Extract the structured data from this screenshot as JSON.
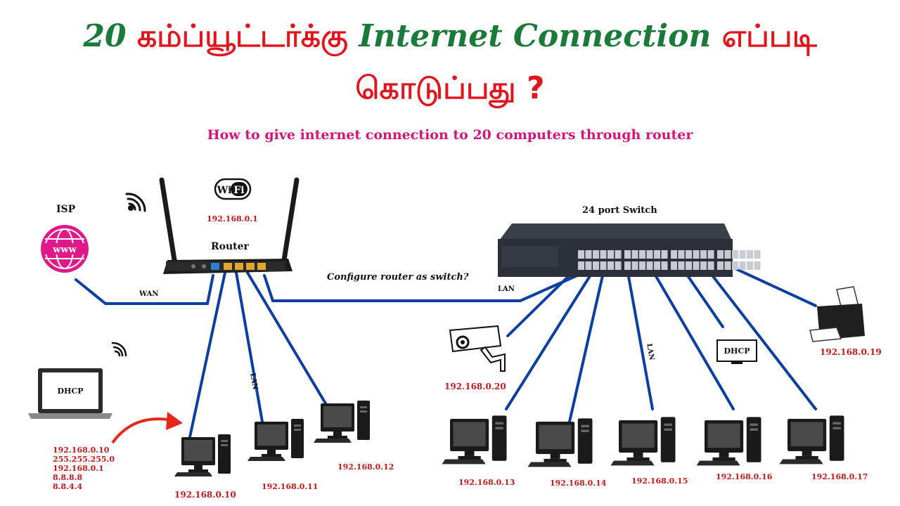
{
  "title": {
    "part1": "20",
    "part2": "கம்ப்யூட்டர்க்கு",
    "part3": "Internet Connection",
    "part4": "எப்படி",
    "line2": "கொடுப்பது ?"
  },
  "subtitle": "How to give internet connection to 20 computers through router",
  "isp": {
    "label": "ISP",
    "icon_text": "www"
  },
  "router": {
    "label": "Router",
    "ip": "192.168.0.1",
    "wifi_badge": "WiFi"
  },
  "switch": {
    "label": "24 port Switch"
  },
  "links": {
    "wan": "WAN",
    "lan_router": "LAN",
    "lan_uplink": "LAN",
    "lan_switch": "LAN",
    "question": "Configure router as switch?"
  },
  "laptop": {
    "screen_text": "DHCP",
    "config": [
      "192.168.0.10",
      "255.255.255.0",
      "192.168.0.1",
      "8.8.8.8",
      "8.8.4.4"
    ]
  },
  "router_pcs": [
    "192.168.0.10",
    "192.168.0.11",
    "192.168.0.12"
  ],
  "switch_pcs": [
    "192.168.0.13",
    "192.168.0.14",
    "192.168.0.15",
    "192.168.0.16",
    "192.168.0.17"
  ],
  "camera": {
    "ip": "192.168.0.20"
  },
  "printer": {
    "ip": "192.168.0.19"
  },
  "dhcp_device": {
    "text": "DHCP"
  },
  "colors": {
    "cable": "#0b3fa0",
    "title_green": "#1a7a3a",
    "title_red": "#e0161e",
    "subtitle": "#d4147a",
    "ip_red": "#c41a1a",
    "www_magenta": "#e0198a",
    "arrow_red": "#e8261c"
  }
}
